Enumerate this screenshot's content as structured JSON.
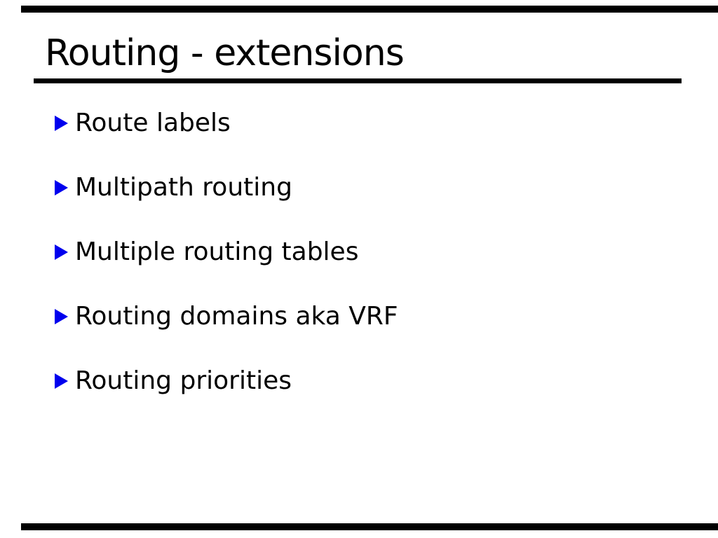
{
  "slide": {
    "title": "Routing - extensions",
    "bullets": [
      "Route labels",
      "Multipath routing",
      "Multiple routing tables",
      "Routing domains aka VRF",
      "Routing priorities"
    ],
    "colors": {
      "bullet_triangle": "#0000ee",
      "text": "#000000",
      "rule_and_bars": "#000000",
      "background": "#ffffff"
    }
  }
}
